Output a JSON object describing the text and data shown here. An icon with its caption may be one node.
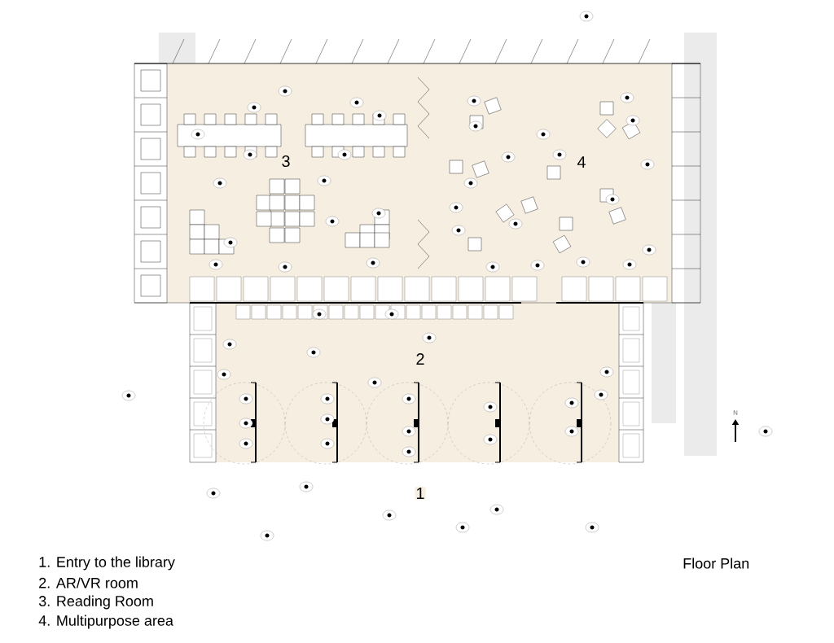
{
  "diagram": {
    "title": "Floor Plan",
    "labels": [
      "3",
      "4",
      "2",
      "1",
      "1. Entry to the library",
      "2. AR/VR room",
      "3. Reading Room",
      "4. Multipurpose area",
      "N"
    ]
  }
}
